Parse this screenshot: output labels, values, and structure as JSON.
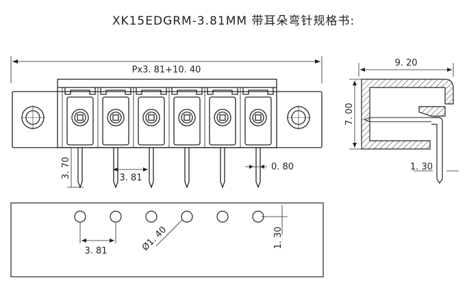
{
  "title": "XK15EDGRM-3.81MM 带耳朵弯针规格书:",
  "front_view": {
    "pitch_label": "Px3. 81+10. 40",
    "pin_length_label": "3. 70",
    "pin_pitch_label": "3. 81",
    "pin_width_label": "0. 80",
    "positions": 6
  },
  "side_view": {
    "width_label": "9. 20",
    "height_label": "7. 00",
    "pin_offset_label": "1. 30"
  },
  "pcb_view": {
    "hole_pitch_label": "3. 81",
    "hole_diameter_label": "Ø1. 40",
    "hole_offset_label": "1. 30"
  }
}
